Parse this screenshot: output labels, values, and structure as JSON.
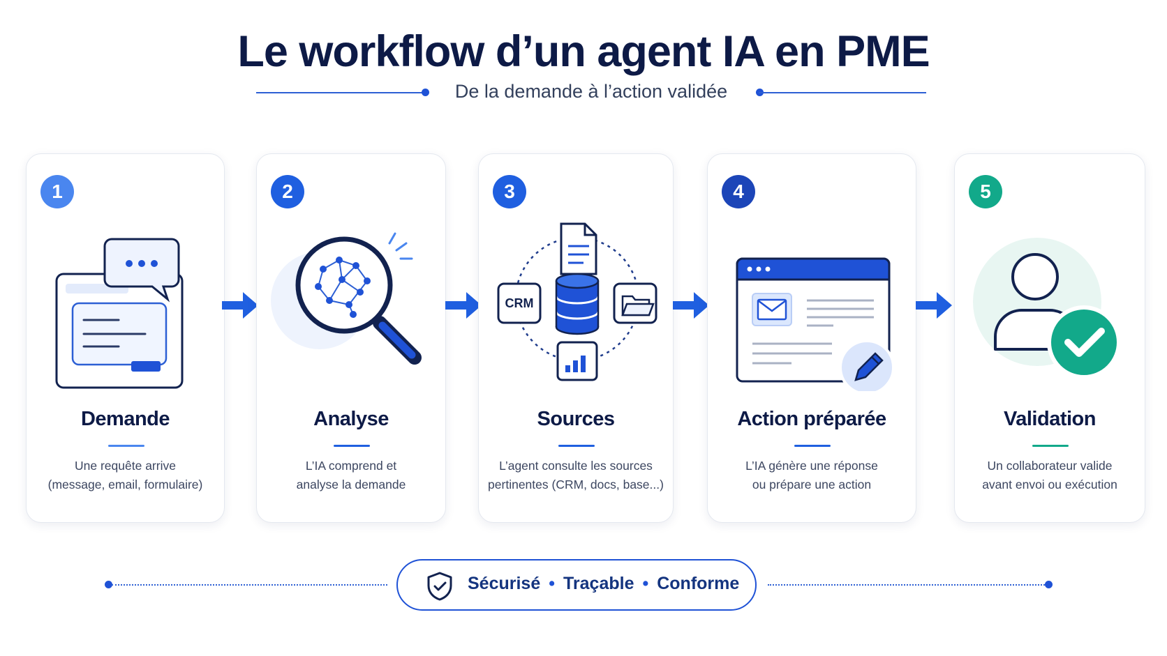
{
  "title": "Le workflow d’un agent IA en PME",
  "subtitle": "De la demande à l’action validée",
  "colors": {
    "navy": "#0d1a46",
    "blue": "#1f52d6",
    "light_blue": "#4a86ef",
    "teal": "#12a98a",
    "card_border": "#e4e8ef"
  },
  "steps": [
    {
      "number": "1",
      "title": "Demande",
      "desc_line1": "Une requête arrive",
      "desc_line2": "(message, email, formulaire)",
      "icon": "chat-request-icon",
      "badge_color": "#4a86ef"
    },
    {
      "number": "2",
      "title": "Analyse",
      "desc_line1": "L’IA comprend et",
      "desc_line2": "analyse la demande",
      "icon": "magnifier-network-icon",
      "badge_color": "#1f5fe0"
    },
    {
      "number": "3",
      "title": "Sources",
      "desc_line1": "L’agent consulte les sources",
      "desc_line2": "pertinentes (CRM, docs, base...)",
      "icon": "database-sources-icon",
      "badge_color": "#1f5fe0",
      "crm_label": "CRM"
    },
    {
      "number": "4",
      "title": "Action préparée",
      "desc_line1": "L’IA génère une réponse",
      "desc_line2": "ou prépare une action",
      "icon": "email-draft-icon",
      "badge_color": "#1c45b8"
    },
    {
      "number": "5",
      "title": "Validation",
      "desc_line1": "Un collaborateur valide",
      "desc_line2": "avant envoi ou exécution",
      "icon": "user-check-icon",
      "badge_color": "#12a98a"
    }
  ],
  "footer": {
    "items": [
      "Sécurisé",
      "Traçable",
      "Conforme"
    ],
    "separator": "•",
    "icon": "shield-check-icon"
  }
}
